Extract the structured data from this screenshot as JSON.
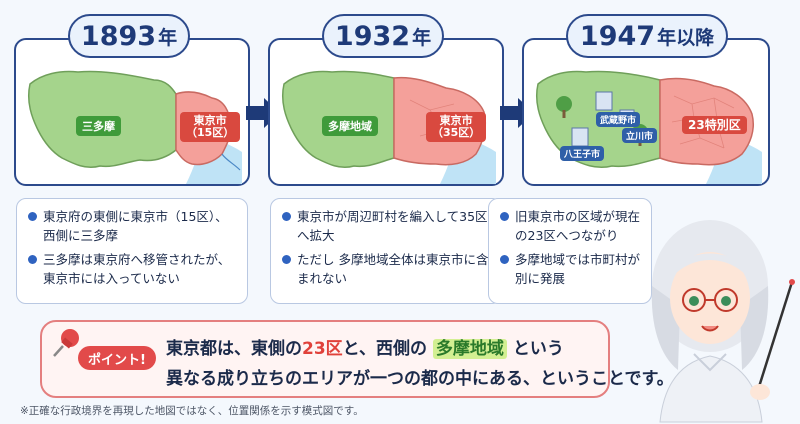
{
  "panels": [
    {
      "year": "1893",
      "year_suffix": "年",
      "left_label": "三多摩",
      "right_label_line1": "東京市",
      "right_label_line2": "（15区）",
      "notes": [
        "東京府の東側に東京市（15区）、西側に三多摩",
        "三多摩は東京府へ移管されたが、東京市には入っていない"
      ]
    },
    {
      "year": "1932",
      "year_suffix": "年",
      "left_label": "多摩地域",
      "right_label_line1": "東京市",
      "right_label_line2": "（35区）",
      "notes": [
        "東京市が周辺町村を編入して35区へ拡大",
        "ただし 多摩地域全体は東京市に含まれない"
      ]
    },
    {
      "year": "1947",
      "year_suffix": "年以降",
      "right_label_line1": "23特別区",
      "cities": [
        "武蔵野市",
        "立川市",
        "八王子市"
      ],
      "notes": [
        "旧東京市の区域が現在の23区へつながり",
        "多摩地域では市町村が別に発展"
      ]
    }
  ],
  "point": {
    "badge": "ポイント!",
    "line1_a": "東京都は、東側の",
    "line1_b": "23区",
    "line1_c": "と、西側の",
    "line1_d": "多摩地域",
    "line1_e": "という",
    "line2": "異なる成り立ちのエリアが一つの都の中にある、ということです。"
  },
  "footnote": "※正確な行政境界を再現した地図ではなく、位置関係を示す模式図です。",
  "colors": {
    "tama_green": "#a5d48c",
    "city_red": "#f4a09a",
    "border_blue": "#2c4a8c",
    "water": "#bfe3f6",
    "accent_red": "#e24a4a"
  }
}
